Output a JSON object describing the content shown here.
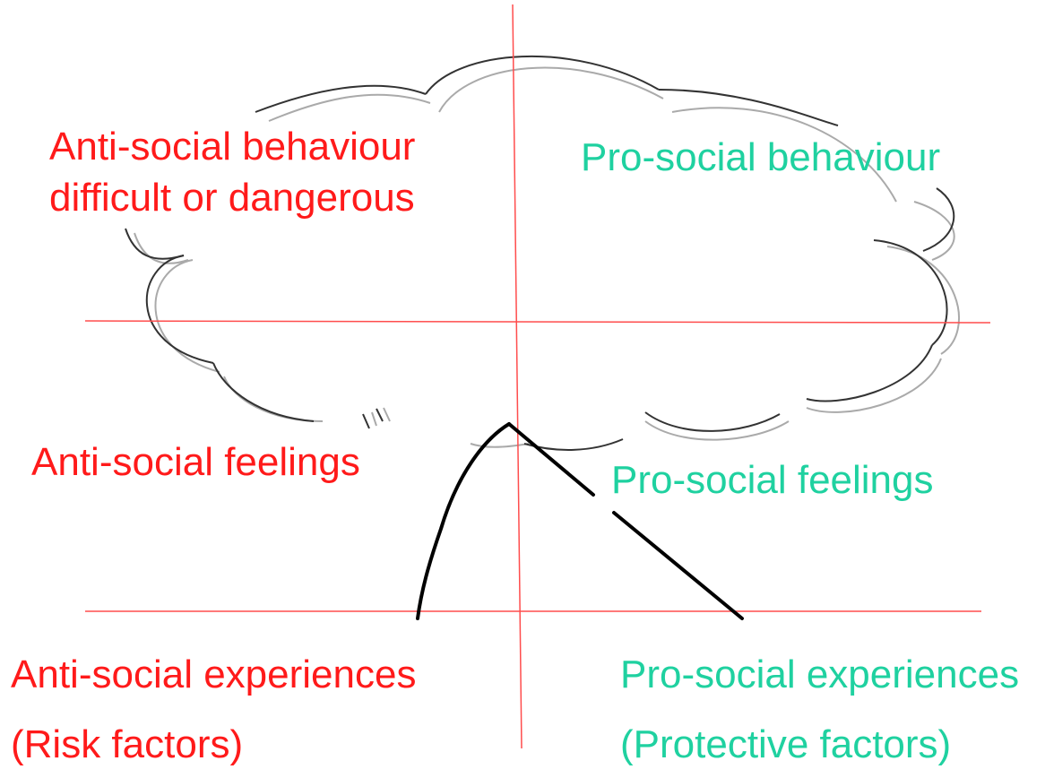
{
  "colors": {
    "anti": "#ff1a1a",
    "pro": "#1fd1a0",
    "axis": "#ff4d4d",
    "cloud": "#333333",
    "cloud_shadow": "#aaaaaa",
    "tree": "#000000"
  },
  "anti_social": {
    "behaviour_line1": "Anti-social behaviour",
    "behaviour_line2": "difficult or dangerous",
    "feelings": "Anti-social feelings",
    "experiences": "Anti-social experiences",
    "factors": "(Risk factors)"
  },
  "pro_social": {
    "behaviour": "Pro-social behaviour",
    "feelings": "Pro-social feelings",
    "experiences": "Pro-social experiences",
    "factors": "(Protective factors)"
  }
}
